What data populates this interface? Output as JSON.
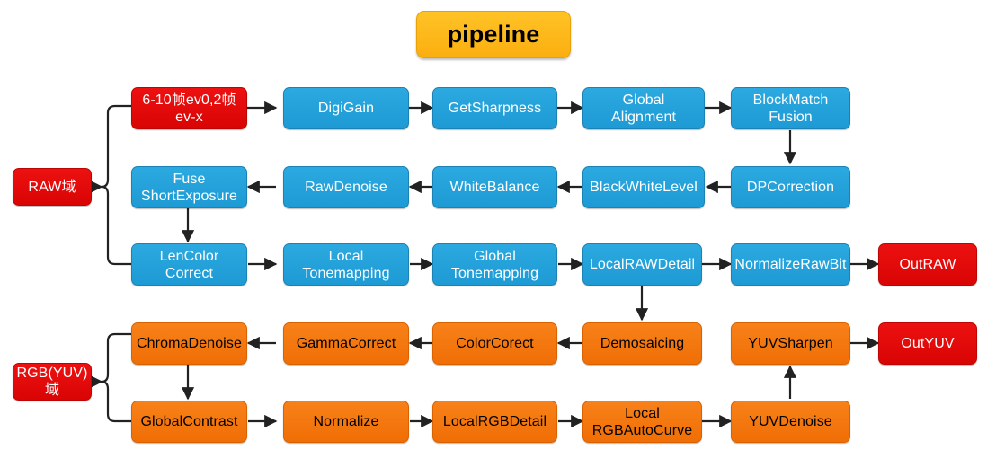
{
  "diagram": {
    "title": "pipeline",
    "title_box": {
      "fill": "#FBB016",
      "text_color": "#000000"
    },
    "palette": {
      "blue": "#2BA9E0",
      "orange": "#F5790C",
      "red": "#E30B0B",
      "amber": "#FBB016",
      "edge": "#333333",
      "background": "#FFFFFF"
    },
    "stage_labels": [
      {
        "id": "raw-domain",
        "text": "RAW域",
        "color": "red"
      },
      {
        "id": "rgb-yuv-domain",
        "text": "RGB(YUV)域",
        "color": "red"
      }
    ],
    "rows": [
      {
        "id": "row-1",
        "direction": "left-to-right",
        "nodes": [
          {
            "id": "frames-input",
            "label": "6-10帧ev0,2帧ev-x",
            "color": "red"
          },
          {
            "id": "digigain",
            "label": "DigiGain",
            "color": "blue"
          },
          {
            "id": "getsharpness",
            "label": "GetSharpness",
            "color": "blue"
          },
          {
            "id": "global-alignment",
            "label": "Global Alignment",
            "color": "blue"
          },
          {
            "id": "blockmatch-fusion",
            "label": "BlockMatch Fusion",
            "color": "blue"
          }
        ]
      },
      {
        "id": "row-2",
        "direction": "right-to-left",
        "nodes": [
          {
            "id": "fuse-shortexposure",
            "label": "Fuse ShortExposure",
            "color": "blue"
          },
          {
            "id": "rawdenoise",
            "label": "RawDenoise",
            "color": "blue"
          },
          {
            "id": "whitebalance",
            "label": "WhiteBalance",
            "color": "blue"
          },
          {
            "id": "blackwhitelevel",
            "label": "BlackWhiteLevel",
            "color": "blue"
          },
          {
            "id": "dpcorrection",
            "label": "DPCorrection",
            "color": "blue"
          }
        ]
      },
      {
        "id": "row-3",
        "direction": "left-to-right",
        "nodes": [
          {
            "id": "lencolor-correct",
            "label": "LenColor Correct",
            "color": "blue"
          },
          {
            "id": "local-tonemapping",
            "label": "Local Tonemapping",
            "color": "blue"
          },
          {
            "id": "global-tonemapping",
            "label": "Global Tonemapping",
            "color": "blue"
          },
          {
            "id": "localrawdetail",
            "label": "LocalRAWDetail",
            "color": "blue"
          },
          {
            "id": "normalizerawbit",
            "label": "NormalizeRawBit",
            "color": "blue"
          },
          {
            "id": "outraw",
            "label": "OutRAW",
            "color": "red"
          }
        ]
      },
      {
        "id": "row-4",
        "direction": "right-to-left",
        "nodes": [
          {
            "id": "chromadenoise",
            "label": "ChromaDenoise",
            "color": "orange"
          },
          {
            "id": "gammacorrect",
            "label": "GammaCorrect",
            "color": "orange"
          },
          {
            "id": "colorcorect",
            "label": "ColorCorect",
            "color": "orange"
          },
          {
            "id": "demosaicing",
            "label": "Demosaicing",
            "color": "orange"
          },
          {
            "id": "yuvsharpen",
            "label": "YUVSharpen",
            "color": "orange"
          },
          {
            "id": "outyuv",
            "label": "OutYUV",
            "color": "red"
          }
        ]
      },
      {
        "id": "row-5",
        "direction": "left-to-right",
        "nodes": [
          {
            "id": "globalcontrast",
            "label": "GlobalContrast",
            "color": "orange"
          },
          {
            "id": "normalize",
            "label": "Normalize",
            "color": "orange"
          },
          {
            "id": "localrgbdetail",
            "label": "LocalRGBDetail",
            "color": "orange"
          },
          {
            "id": "local-rgbautocurve",
            "label": "Local RGBAutoCurve",
            "color": "orange"
          },
          {
            "id": "yuvdenoise",
            "label": "YUVDenoise",
            "color": "orange"
          }
        ]
      }
    ],
    "labels": {
      "frames_input": "6-10帧ev0,2帧ev-x",
      "frames_input_line1": "6-10帧ev0,2帧",
      "frames_input_line2": "ev-x",
      "digigain": "DigiGain",
      "getsharpness": "GetSharpness",
      "global_alignment_line1": "Global",
      "global_alignment_line2": "Alignment",
      "blockmatch_line1": "BlockMatch",
      "blockmatch_line2": "Fusion",
      "raw_domain": "RAW域",
      "fuse_line1": "Fuse",
      "fuse_line2": "ShortExposure",
      "rawdenoise": "RawDenoise",
      "whitebalance": "WhiteBalance",
      "blackwhitelevel": "BlackWhiteLevel",
      "dpcorrection": "DPCorrection",
      "lencolor_line1": "LenColor",
      "lencolor_line2": "Correct",
      "local_tonemapping_line1": "Local",
      "local_tonemapping_line2": "Tonemapping",
      "global_tonemapping_line1": "Global",
      "global_tonemapping_line2": "Tonemapping",
      "localrawdetail": "LocalRAWDetail",
      "normalizerawbit": "NormalizeRawBit",
      "outraw": "OutRAW",
      "rgbyuv_domain_line1": "RGB(YUV)",
      "rgbyuv_domain_line2": "域",
      "chromadenoise": "ChromaDenoise",
      "gammacorrect": "GammaCorrect",
      "colorcorect": "ColorCorect",
      "demosaicing": "Demosaicing",
      "yuvsharpen": "YUVSharpen",
      "outyuv": "OutYUV",
      "globalcontrast": "GlobalContrast",
      "normalize": "Normalize",
      "localrgbdetail": "LocalRGBDetail",
      "local_rgbautocurve_line1": "Local",
      "local_rgbautocurve_line2": "RGBAutoCurve",
      "yuvdenoise": "YUVDenoise"
    }
  }
}
